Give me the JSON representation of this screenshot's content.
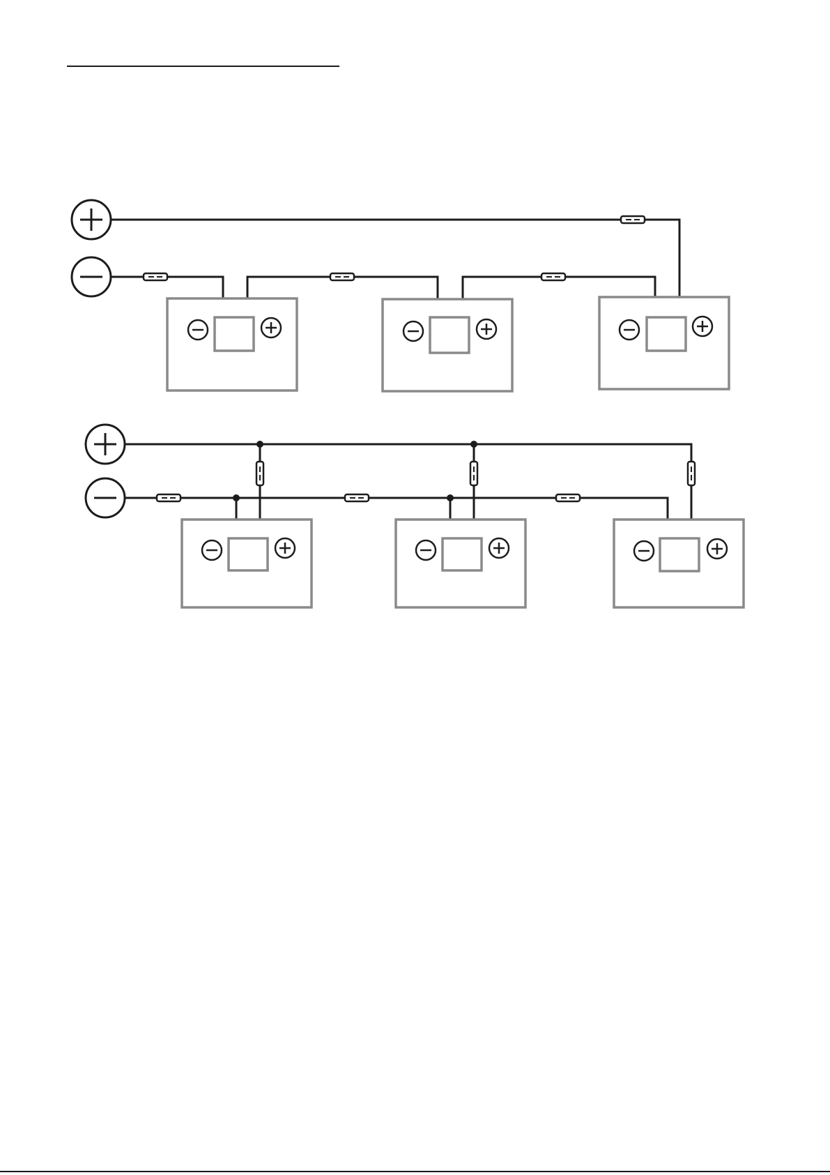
{
  "document": {
    "heading_text": "",
    "footer_text": ""
  },
  "diagram": {
    "colors": {
      "wire": "#1c1c1c",
      "battery_outline": "#8a8a8a",
      "background": "#ffffff"
    },
    "icons": {
      "source_positive": "plus-in-circle-icon",
      "source_negative": "minus-in-circle-icon",
      "fuse": "fuse-icon",
      "battery": "battery-icon",
      "junction": "junction-node-icon"
    },
    "circuits": [
      {
        "id": "series-chain",
        "battery_count": 3,
        "fuse_count": 4
      },
      {
        "id": "parallel-bus",
        "battery_count": 3,
        "fuse_count": 6,
        "junction_count": 4
      }
    ]
  }
}
